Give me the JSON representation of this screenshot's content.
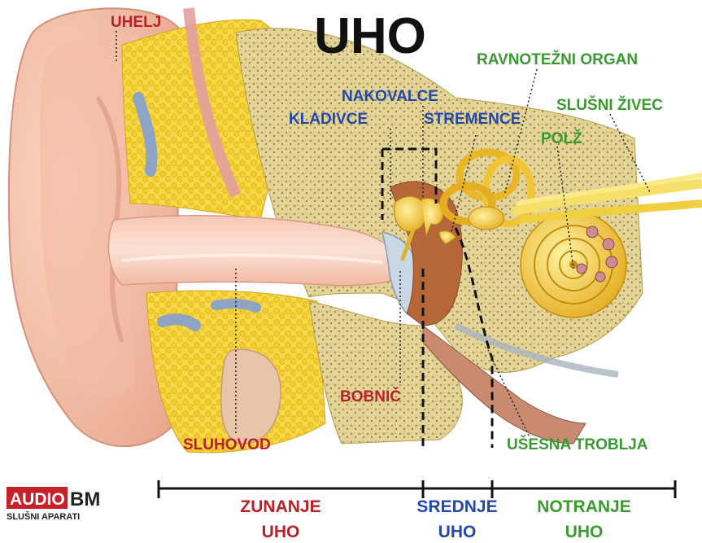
{
  "title": "UHO",
  "colors": {
    "red": "#b8202a",
    "blue": "#2348a8",
    "green": "#3a9a30",
    "black": "#111111"
  },
  "labels": {
    "uhelj": "UHELJ",
    "nakovalce": "NAKOVALCE",
    "kladivce": "KLADIVCE",
    "stremence": "STREMENCE",
    "ravnotezni_organ": "RAVNOTEŽNI ORGAN",
    "slusni_zivec": "SLUŠNI ŽIVEC",
    "polz": "POLŽ",
    "sluhovod": "SLUHOVOD",
    "bobnic": "BOBNIČ",
    "usesna_troblja": "UŠESNA TROBLJA"
  },
  "sections": {
    "outer": [
      "ZUNANJE",
      "UHO"
    ],
    "middle": [
      "SREDNJE",
      "UHO"
    ],
    "inner": [
      "NOTRANJE",
      "UHO"
    ]
  },
  "logo": {
    "brand_left": "AUDIO",
    "brand_right": "BM",
    "subtitle": "SLUŠNI APARATI"
  }
}
